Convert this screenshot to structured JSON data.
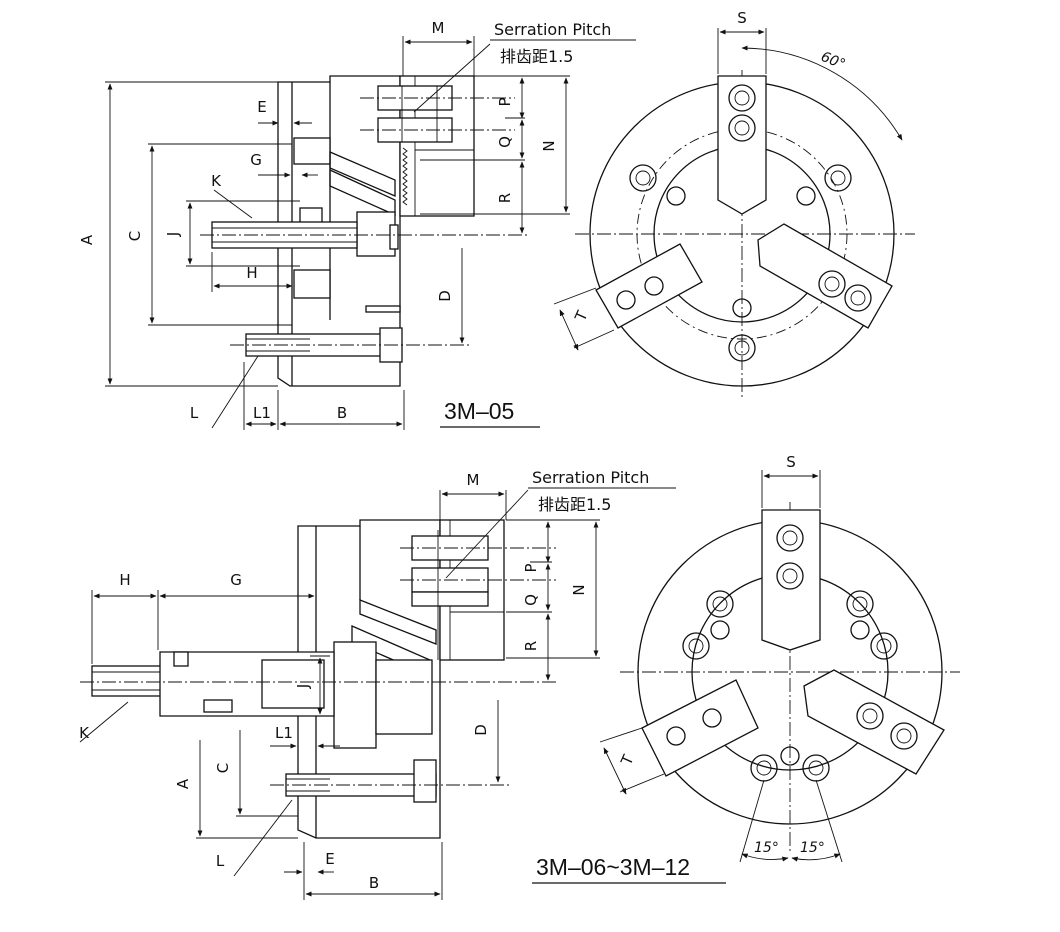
{
  "top": {
    "title": "3M–05",
    "note_en": "Serration Pitch",
    "note_cn": "排齿距1.5",
    "angle": "60°",
    "dims": {
      "M": "M",
      "P": "P",
      "Q": "Q",
      "N": "N",
      "R": "R",
      "S": "S",
      "T": "T",
      "A": "A",
      "C": "C",
      "J": "J",
      "E": "E",
      "G": "G",
      "K": "K",
      "H": "H",
      "D": "D",
      "L": "L",
      "L1": "L1",
      "B": "B"
    }
  },
  "bottom": {
    "title": "3M–06~3M–12",
    "note_en": "Serration Pitch",
    "note_cn": "排齿距1.5",
    "angle_left": "15°",
    "angle_right": "15°",
    "dims": {
      "M": "M",
      "P": "P",
      "Q": "Q",
      "N": "N",
      "R": "R",
      "S": "S",
      "T": "T",
      "A": "A",
      "C": "C",
      "J": "J",
      "E": "E",
      "G": "G",
      "K": "K",
      "H": "H",
      "D": "D",
      "L": "L",
      "L1": "L1",
      "B": "B"
    }
  }
}
